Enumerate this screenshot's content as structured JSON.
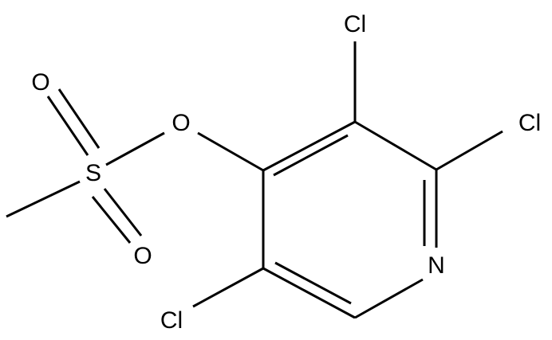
{
  "molecule": {
    "atoms": {
      "cl_top": "Cl",
      "cl_right": "Cl",
      "cl_bottom": "Cl",
      "n_ring": "N",
      "o_ester": "O",
      "o_sulfonyl_top": "O",
      "o_sulfonyl_bottom": "O",
      "s_center": "S"
    }
  }
}
